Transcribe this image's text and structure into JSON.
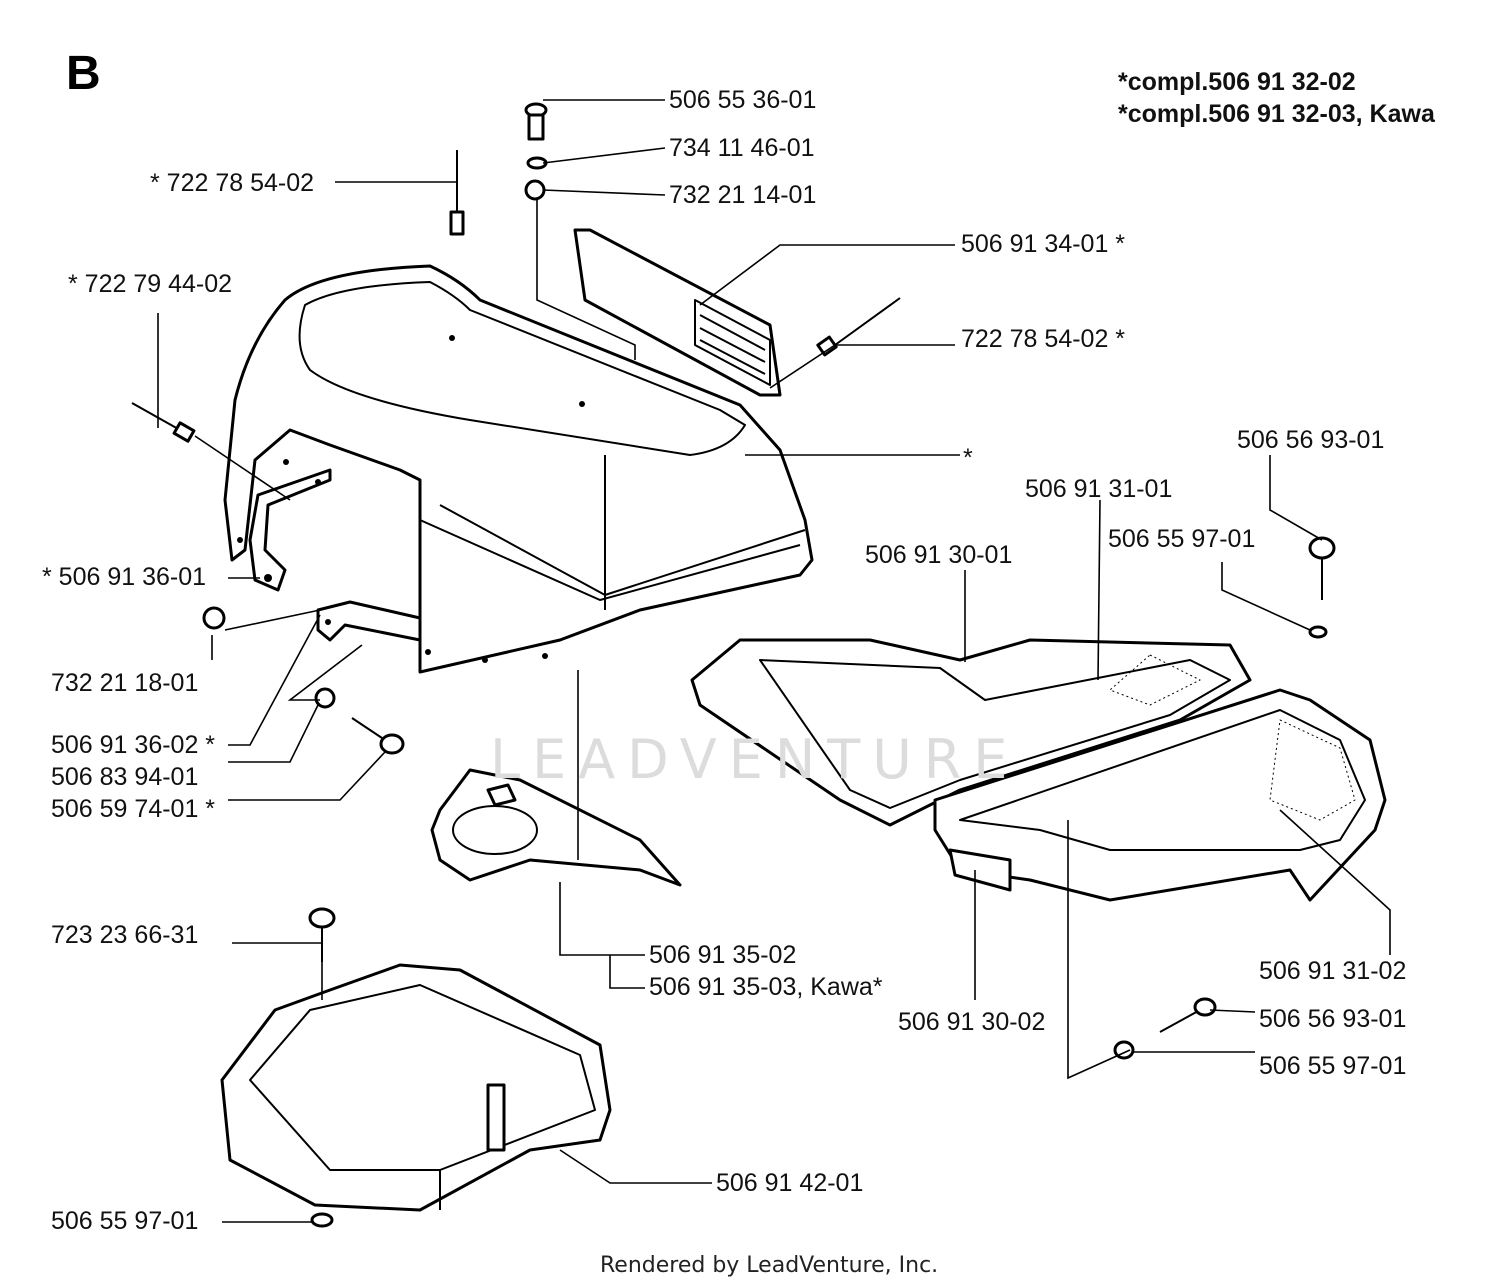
{
  "section_letter": "B",
  "header_notes": [
    "*compl.506 91 32-02",
    "*compl.506 91 32-03, Kawa"
  ],
  "watermark": "LEADVENTURE",
  "footer": "Rendered by LeadVenture, Inc.",
  "callouts": [
    "506 55 36-01",
    "734 11 46-01",
    "732 21 14-01",
    "* 722 78 54-02",
    "506 91 34-01 *",
    "* 722 79 44-02",
    "722 78 54-02 *",
    "506 56 93-01",
    "*",
    "506 91 31-01",
    "506 55 97-01",
    "506 91 30-01",
    "* 506 91 36-01",
    "732 21 18-01",
    "506 91 36-02 *",
    "506 83 94-01",
    "506 59 74-01 *",
    "723 23 66-31",
    "506 91 35-02",
    "506 91 35-03, Kawa*",
    "506 91 31-02",
    "506 91 30-02",
    "506 56 93-01",
    "506 55 97-01",
    "506 91 42-01",
    "506 55 97-01"
  ]
}
